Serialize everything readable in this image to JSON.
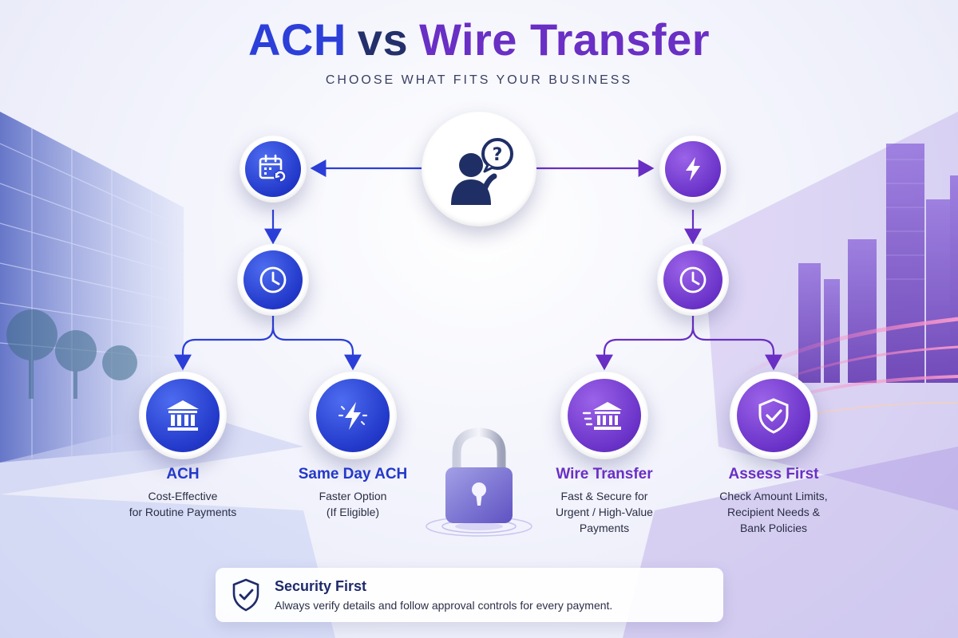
{
  "header": {
    "title_ach": "ACH",
    "title_vs": "vs",
    "title_wire": "Wire Transfer",
    "subtitle": "CHOOSE WHAT FITS YOUR BUSINESS"
  },
  "colors": {
    "ach_blue": "#2c3fd9",
    "wire_purple": "#6a2fc4",
    "navy": "#24306b"
  },
  "icons": {
    "center": "person-question-icon",
    "ach_top": "calendar-refresh-icon",
    "ach_mid": "clock-icon",
    "wire_top": "lightning-icon",
    "wire_mid": "clock-icon",
    "lock": "padlock-icon",
    "banner": "shield-check-icon"
  },
  "options": [
    {
      "title": "ACH",
      "description": "Cost-Effective\nfor Routine Payments",
      "icon": "bank-icon"
    },
    {
      "title": "Same Day ACH",
      "description": "Faster Option\n(If Eligible)",
      "icon": "lightning-icon"
    },
    {
      "title": "Wire Transfer",
      "description": "Fast & Secure for\nUrgent / High-Value\nPayments",
      "icon": "fast-bank-icon"
    },
    {
      "title": "Assess First",
      "description": "Check Amount Limits,\nRecipient Needs &\nBank Policies",
      "icon": "shield-check-icon"
    }
  ],
  "banner": {
    "title": "Security First",
    "text": "Always verify details and follow approval controls for every payment."
  }
}
